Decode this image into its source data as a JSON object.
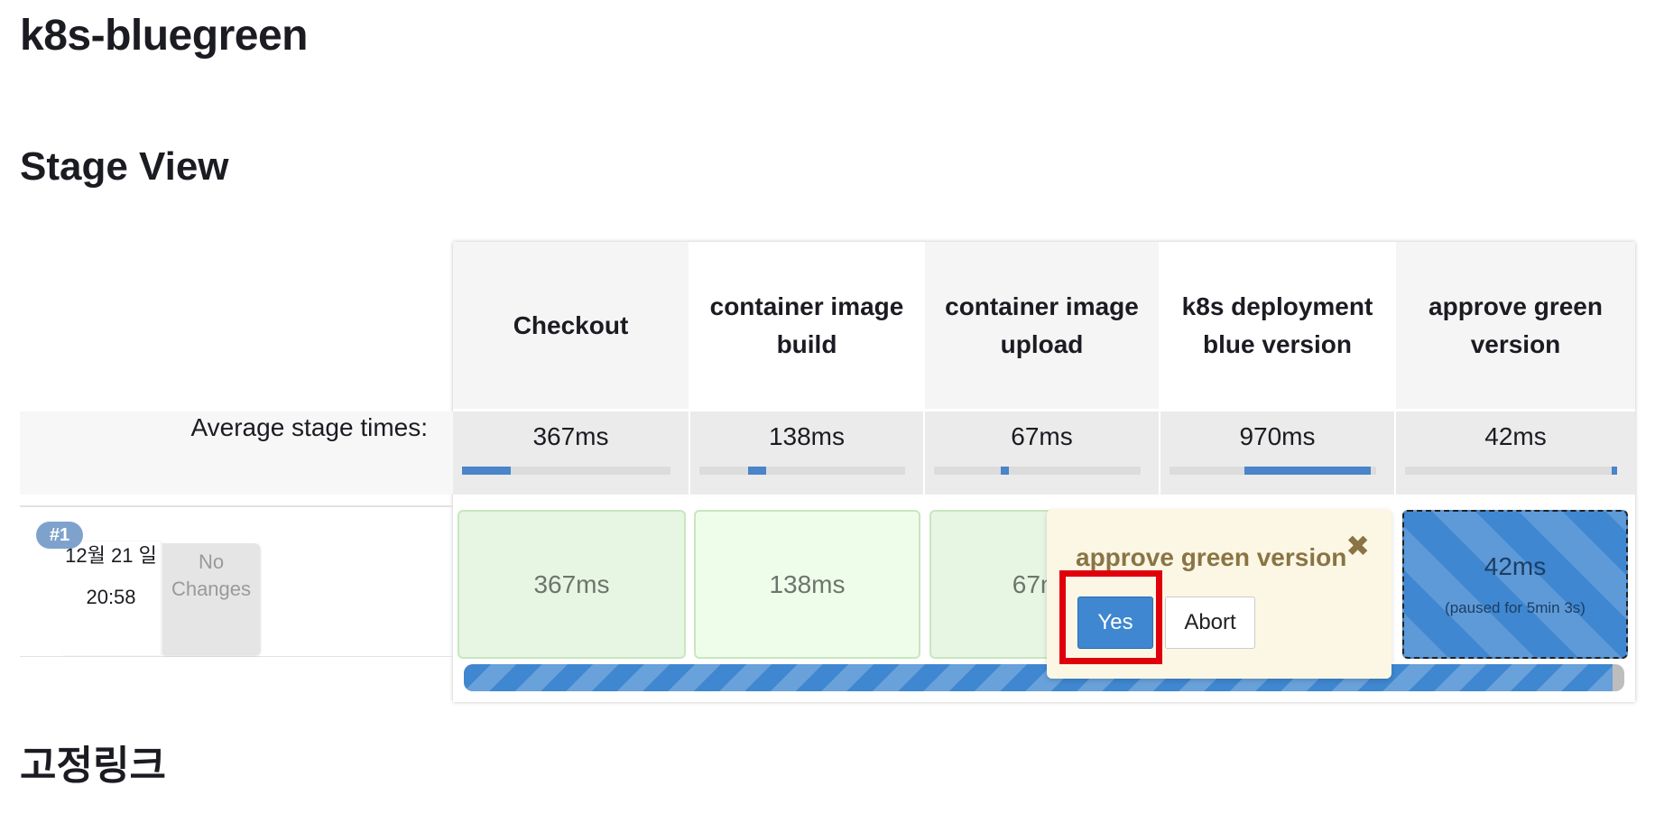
{
  "page": {
    "title": "k8s-bluegreen",
    "section_title": "Stage View",
    "section_title_2": "고정링크"
  },
  "stage_view": {
    "avg_label": "Average stage times:",
    "stages": [
      {
        "name": "Checkout",
        "avg": "367ms",
        "run_time": "367ms"
      },
      {
        "name": "container image build",
        "avg": "138ms",
        "run_time": "138ms"
      },
      {
        "name": "container image upload",
        "avg": "67ms",
        "run_time": "67ms"
      },
      {
        "name": "k8s deployment blue version",
        "avg": "970ms",
        "run_time": ""
      },
      {
        "name": "approve green version",
        "avg": "42ms",
        "run_time": "42ms"
      }
    ],
    "paused_note": "(paused for 5min 3s)",
    "build": {
      "number": "#1",
      "date": "12월 21 일",
      "time": "20:58",
      "changes": "No Changes"
    },
    "progress_fraction": 0.99
  },
  "approval_popup": {
    "title": "approve green version",
    "yes_label": "Yes",
    "abort_label": "Abort",
    "close_icon": "close-icon"
  },
  "colors": {
    "accent": "#3f87d0",
    "success_cell": "#e6f6e2",
    "popup_bg": "#fbf7e4",
    "popup_text": "#8a7445",
    "highlight": "#e0000c"
  }
}
